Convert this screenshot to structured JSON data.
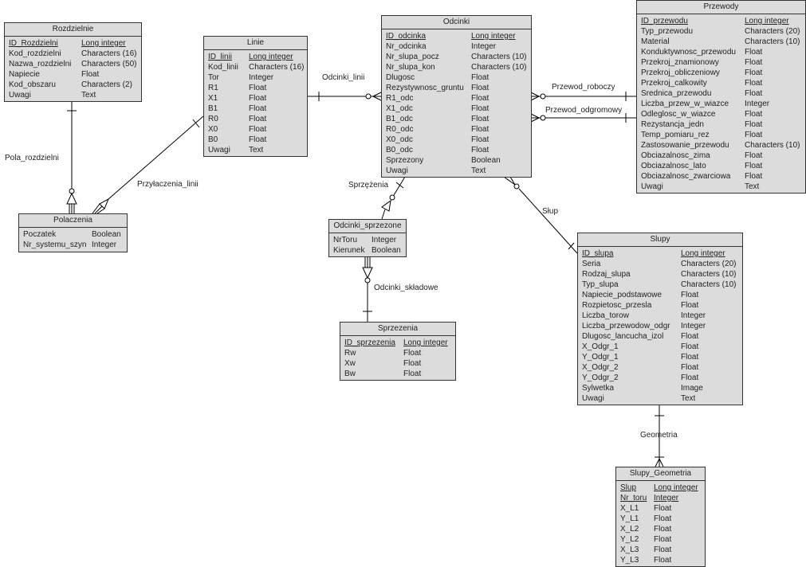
{
  "entities": {
    "rozdzielnie": {
      "name": "Rozdzielnie",
      "fields": [
        {
          "name": "ID_Rozdzielni",
          "type": "Long integer",
          "pk": true
        },
        {
          "name": "Kod_rozdzielni",
          "type": "Characters (16)"
        },
        {
          "name": "Nazwa_rozdzielni",
          "type": "Characters (50)"
        },
        {
          "name": "Napiecie",
          "type": "Float"
        },
        {
          "name": "Kod_obszaru",
          "type": "Characters (2)"
        },
        {
          "name": "Uwagi",
          "type": "Text"
        }
      ]
    },
    "linie": {
      "name": "Linie",
      "fields": [
        {
          "name": "ID_linii",
          "type": "Long integer",
          "pk": true
        },
        {
          "name": "Kod_linii",
          "type": "Characters (16)"
        },
        {
          "name": "Tor",
          "type": "Integer"
        },
        {
          "name": "R1",
          "type": "Float"
        },
        {
          "name": "X1",
          "type": "Float"
        },
        {
          "name": "B1",
          "type": "Float"
        },
        {
          "name": "R0",
          "type": "Float"
        },
        {
          "name": "X0",
          "type": "Float"
        },
        {
          "name": "B0",
          "type": "Float"
        },
        {
          "name": "Uwagi",
          "type": "Text"
        }
      ]
    },
    "polaczenia": {
      "name": "Polaczenia",
      "fields": [
        {
          "name": "Poczatek",
          "type": "Boolean"
        },
        {
          "name": "Nr_systemu_szyn",
          "type": "Integer"
        }
      ]
    },
    "odcinki": {
      "name": "Odcinki",
      "fields": [
        {
          "name": "ID_odcinka",
          "type": "Long integer",
          "pk": true
        },
        {
          "name": "Nr_odcinka",
          "type": "Integer"
        },
        {
          "name": "Nr_slupa_pocz",
          "type": "Characters (10)"
        },
        {
          "name": "Nr_slupa_kon",
          "type": "Characters (10)"
        },
        {
          "name": "Dlugosc",
          "type": "Float"
        },
        {
          "name": "Rezystywnosc_gruntu",
          "type": "Float"
        },
        {
          "name": "R1_odc",
          "type": "Float"
        },
        {
          "name": "X1_odc",
          "type": "Float"
        },
        {
          "name": "B1_odc",
          "type": "Float"
        },
        {
          "name": "R0_odc",
          "type": "Float"
        },
        {
          "name": "X0_odc",
          "type": "Float"
        },
        {
          "name": "B0_odc",
          "type": "Float"
        },
        {
          "name": "Sprzezony",
          "type": "Boolean"
        },
        {
          "name": "Uwagi",
          "type": "Text"
        }
      ]
    },
    "przewody": {
      "name": "Przewody",
      "fields": [
        {
          "name": "ID_przewodu",
          "type": "Long integer",
          "pk": true
        },
        {
          "name": "Typ_przewodu",
          "type": "Characters (20)"
        },
        {
          "name": "Material",
          "type": "Characters (10)"
        },
        {
          "name": "Konduktywnosc_przewodu",
          "type": "Float"
        },
        {
          "name": "Przekroj_znamionowy",
          "type": "Float"
        },
        {
          "name": "Przekroj_obliczeniowy",
          "type": "Float"
        },
        {
          "name": "Przekroj_calkowity",
          "type": "Float"
        },
        {
          "name": "Srednica_przewodu",
          "type": "Float"
        },
        {
          "name": "Liczba_przew_w_wiazce",
          "type": "Integer"
        },
        {
          "name": "Odleglosc_w_wiazce",
          "type": "Float"
        },
        {
          "name": "Rezystancja_jedn",
          "type": "Float"
        },
        {
          "name": "Temp_pomiaru_rez",
          "type": "Float"
        },
        {
          "name": "Zastosowanie_przewodu",
          "type": "Characters (10)"
        },
        {
          "name": "Obciazalnosc_zima",
          "type": "Float"
        },
        {
          "name": "Obciazalnosc_lato",
          "type": "Float"
        },
        {
          "name": "Obciazalnosc_zwarciowa",
          "type": "Float"
        },
        {
          "name": "Uwagi",
          "type": "Text"
        }
      ]
    },
    "odcinki_sprzezone": {
      "name": "Odcinki_sprzezone",
      "fields": [
        {
          "name": "NrToru",
          "type": "Integer"
        },
        {
          "name": "Kierunek",
          "type": "Boolean"
        }
      ]
    },
    "sprzezenia": {
      "name": "Sprzezenia",
      "fields": [
        {
          "name": "ID_sprzezenia",
          "type": "Long integer",
          "pk": true
        },
        {
          "name": "Rw",
          "type": "Float"
        },
        {
          "name": "Xw",
          "type": "Float"
        },
        {
          "name": "Bw",
          "type": "Float"
        }
      ]
    },
    "slupy": {
      "name": "Slupy",
      "fields": [
        {
          "name": "ID_slupa",
          "type": "Long integer",
          "pk": true
        },
        {
          "name": "Seria",
          "type": "Characters (20)"
        },
        {
          "name": "Rodzaj_slupa",
          "type": "Characters (10)"
        },
        {
          "name": "Typ_slupa",
          "type": "Characters (10)"
        },
        {
          "name": "Napiecie_podstawowe",
          "type": "Float"
        },
        {
          "name": "Rozpietosc_przesla",
          "type": "Float"
        },
        {
          "name": "Liczba_torow",
          "type": "Integer"
        },
        {
          "name": "Liczba_przewodow_odgr",
          "type": "Integer"
        },
        {
          "name": "Dlugosc_lancucha_izol",
          "type": "Float"
        },
        {
          "name": "X_Odgr_1",
          "type": "Float"
        },
        {
          "name": "Y_Odgr_1",
          "type": "Float"
        },
        {
          "name": "X_Odgr_2",
          "type": "Float"
        },
        {
          "name": "Y_Odgr_2",
          "type": "Float"
        },
        {
          "name": "Sylwetka",
          "type": "Image"
        },
        {
          "name": "Uwagi",
          "type": "Text"
        }
      ]
    },
    "slupy_geometria": {
      "name": "Slupy_Geometria",
      "fields": [
        {
          "name": "Slup",
          "type": "Long integer",
          "pk": true
        },
        {
          "name": "Nr_toru",
          "type": "Integer",
          "pk": true
        },
        {
          "name": "X_L1",
          "type": "Float"
        },
        {
          "name": "Y_L1",
          "type": "Float"
        },
        {
          "name": "X_L2",
          "type": "Float"
        },
        {
          "name": "Y_L2",
          "type": "Float"
        },
        {
          "name": "X_L3",
          "type": "Float"
        },
        {
          "name": "Y_L3",
          "type": "Float"
        }
      ]
    }
  },
  "relationships": {
    "pola_rozdzielni": "Pola_rozdzielni",
    "przylaczenia_linii": "Przyłaczenia_linii",
    "odcinki_linii": "Odcinki_linii",
    "przewod_roboczy": "Przewod_roboczy",
    "przewod_odgromowy": "Przewod_odgromowy",
    "sprzezenia": "Sprzężenia",
    "slup": "Słup",
    "odcinki_skladowe": "Odcinki_składowe",
    "geometria": "Geometria"
  }
}
